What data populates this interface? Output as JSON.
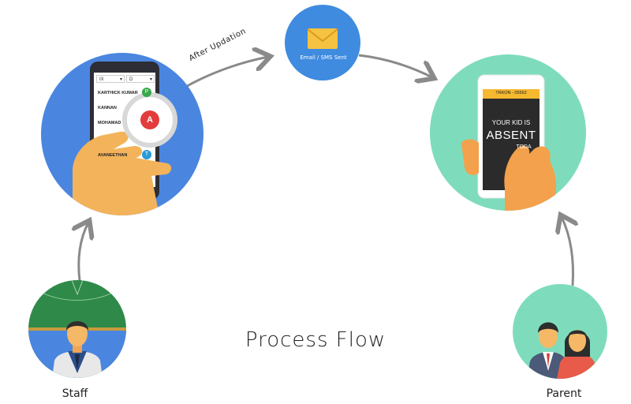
{
  "title": "Process Flow",
  "nodes": {
    "staff": {
      "label": "Staff"
    },
    "parent": {
      "label": "Parent"
    },
    "email": {
      "label": "Email / SMS Sent",
      "icon": "envelope-icon"
    }
  },
  "edges": {
    "attendance_to_email": {
      "label": "After Updation"
    }
  },
  "staff_phone": {
    "dropdowns": [
      "IX",
      "D"
    ],
    "students": [
      {
        "name": "KARTHICK KUMAR",
        "status": "P"
      },
      {
        "name": "KANNAN",
        "status": ""
      },
      {
        "name": "MOHAMAD",
        "status": "A"
      },
      {
        "name": "",
        "status": ""
      },
      {
        "name": "AVANEETHAN",
        "status": "T"
      }
    ],
    "magnified_status": "A"
  },
  "parent_phone": {
    "header": "TRKON - 05562",
    "line1": "YOUR KID IS",
    "line2": "ABSENT",
    "line3": "TODA"
  },
  "colors": {
    "staff_circle": "#4a86e0",
    "email_circle": "#3f8be0",
    "parent_circle": "#7edcbc",
    "chalkboard": "#2f8a4a",
    "present": "#3aa84a",
    "absent": "#e23c3c",
    "late": "#2a9ad8",
    "envelope": "#f5c242",
    "hand": "#f3b35a",
    "arrow": "#8a8a8a"
  }
}
